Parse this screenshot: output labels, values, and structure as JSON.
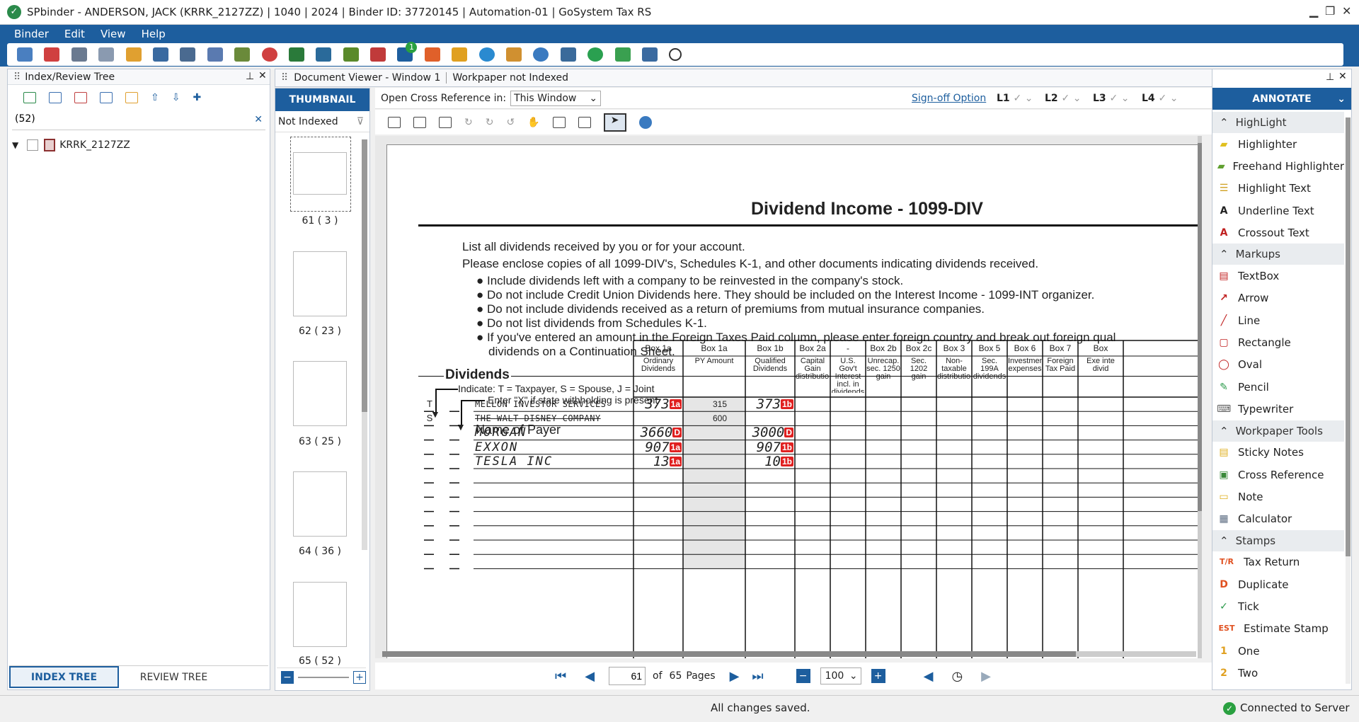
{
  "window": {
    "title": "SPbinder - ANDERSON, JACK (KRRK_2127ZZ) | 1040 | 2024 | Binder ID: 37720145 | Automation-01 | GoSystem Tax RS"
  },
  "menu": [
    "Binder",
    "Edit",
    "View",
    "Help"
  ],
  "toolbar": {
    "badge": "1"
  },
  "left_panel": {
    "title": "Index/Review Tree",
    "search_value": "(52)",
    "tree_item": "KRRK_2127ZZ",
    "tab_index": "INDEX TREE",
    "tab_review": "REVIEW TREE"
  },
  "viewer": {
    "tab1": "Document Viewer - Window 1",
    "tab2": "Workpaper not Indexed",
    "thumb_tab": "THUMBNAIL",
    "filter": "Not Indexed",
    "cross_ref_label": "Open Cross Reference in:",
    "cross_ref_value": "This Window",
    "signoff": "Sign-off Option",
    "levels": [
      "L1",
      "L2",
      "L3",
      "L4"
    ],
    "thumbs": [
      "61 ( 3 )",
      "62 ( 23 )",
      "63 ( 25 )",
      "64 ( 36 )",
      "65 ( 52 )"
    ],
    "page": "61",
    "of": "of",
    "total": "65",
    "pages": "Pages",
    "zoom": "100"
  },
  "document": {
    "title": "Dividend Income - 1099-DIV",
    "intro1": "List all dividends received by you or for your account.",
    "intro2": "Please enclose copies of all 1099-DIV's, Schedules K-1, and other documents indicating dividends received.",
    "bullets": [
      "Include dividends left with a company to be reinvested in the company's stock.",
      "Do not include Credit Union Dividends here. They should be included on the Interest Income - 1099-INT organizer.",
      "Do not include dividends received as a return of premiums from mutual insurance companies.",
      "Do not list dividends from Schedules K-1.",
      "If you've entered an amount in the Foreign Taxes Paid column, please enter foreign country and break out foreign qual",
      "dividends on a Continuation Sheet."
    ],
    "section": "Dividends",
    "indicate": "Indicate: T = Taxpayer, S = Spouse, J = Joint",
    "enter_x": "Enter \"X\" if state withholding is present",
    "name_col": "Name of Payer",
    "columns": [
      [
        "Box 1a",
        "Ordinary Dividends"
      ],
      [
        "Box 1a",
        "PY Amount"
      ],
      [
        "Box 1b",
        "Qualified Dividends"
      ],
      [
        "Box 2a",
        "Capital Gain distribution"
      ],
      [
        "-",
        "U.S. Gov't Interest incl. in dividends"
      ],
      [
        "Box 2b",
        "Unrecap. sec. 1250 gain"
      ],
      [
        "Box 2c",
        "Sec. 1202 gain"
      ],
      [
        "Box 3",
        "Non-taxable distribution"
      ],
      [
        "Box 5",
        "Sec. 199A dividends"
      ],
      [
        "Box 6",
        "Investment expenses"
      ],
      [
        "Box 7",
        "Foreign Tax Paid"
      ],
      [
        "Box",
        "Exe inte divid"
      ]
    ],
    "rows": [
      {
        "ts": "T",
        "name": "MELLON INVESTOR SERVICES",
        "ord": "373",
        "ord_tag": "1a",
        "py": "315",
        "qual": "373",
        "qual_tag": "1b",
        "strike": false
      },
      {
        "ts": "S",
        "name": "THE WALT DISNEY COMPANY",
        "ord": "",
        "ord_tag": "",
        "py": "600",
        "qual": "",
        "qual_tag": "",
        "strike": true
      },
      {
        "ts": "",
        "name": "MORGAN",
        "ord": "3660",
        "ord_tag": "D",
        "py": "",
        "qual": "3000",
        "qual_tag": "D",
        "strike": false,
        "hand": true
      },
      {
        "ts": "",
        "name": "EXXON",
        "ord": "907",
        "ord_tag": "1a",
        "py": "",
        "qual": "907",
        "qual_tag": "1b",
        "strike": false,
        "hand": true
      },
      {
        "ts": "",
        "name": "TESLA INC",
        "ord": "13",
        "ord_tag": "1a",
        "py": "",
        "qual": "10",
        "qual_tag": "1b",
        "strike": false,
        "hand": true
      }
    ]
  },
  "annotate": {
    "title": "ANNOTATE",
    "sections": [
      {
        "name": "HighLight",
        "items": [
          [
            "Highlighter",
            "hl"
          ],
          [
            "Freehand Highlighter",
            "fh"
          ],
          [
            "Highlight Text",
            "ht"
          ],
          [
            "Underline Text",
            "ut"
          ],
          [
            "Crossout Text",
            "ct"
          ]
        ]
      },
      {
        "name": "Markups",
        "items": [
          [
            "TextBox",
            "tb"
          ],
          [
            "Arrow",
            "ar"
          ],
          [
            "Line",
            "ln"
          ],
          [
            "Rectangle",
            "re"
          ],
          [
            "Oval",
            "ov"
          ],
          [
            "Pencil",
            "pe"
          ],
          [
            "Typewriter",
            "ty"
          ]
        ]
      },
      {
        "name": "Workpaper Tools",
        "items": [
          [
            "Sticky Notes",
            "sn"
          ],
          [
            "Cross Reference",
            "cr"
          ],
          [
            "Note",
            "no"
          ],
          [
            "Calculator",
            "ca"
          ]
        ]
      },
      {
        "name": "Stamps",
        "items": [
          [
            "Tax Return",
            "tr"
          ],
          [
            "Duplicate",
            "du"
          ],
          [
            "Tick",
            "tk"
          ],
          [
            "Estimate Stamp",
            "es"
          ],
          [
            "One",
            "o1"
          ],
          [
            "Two",
            "o2"
          ]
        ]
      }
    ]
  },
  "status": {
    "message": "All changes saved.",
    "connection": "Connected to Server"
  },
  "colors": {
    "brand": "#1d5e9e",
    "badge": "#e02020"
  }
}
